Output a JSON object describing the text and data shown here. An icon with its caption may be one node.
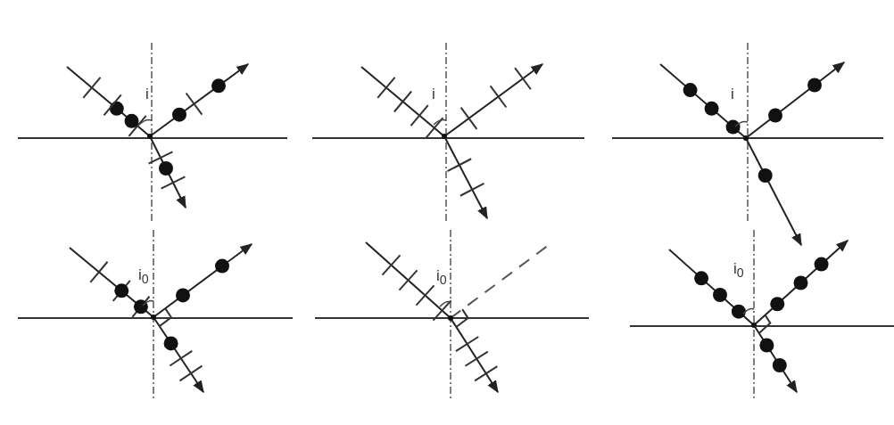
{
  "diagram": {
    "labels": [
      "i",
      "i",
      "i",
      "i$_{0}$",
      "i$_{0}$",
      "i$_{0}$"
    ]
  }
}
